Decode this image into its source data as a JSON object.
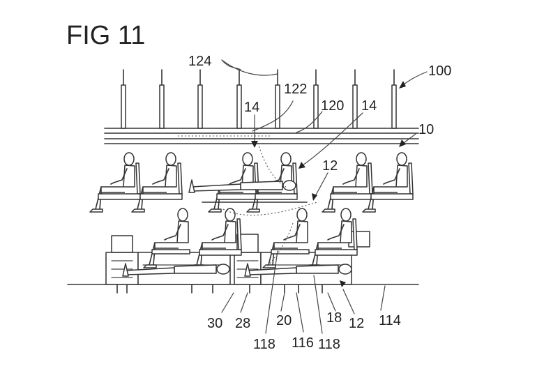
{
  "figure": {
    "title": "FIG 11",
    "labels": {
      "l100": "100",
      "l124": "124",
      "l122": "122",
      "l120": "120",
      "l14a": "14",
      "l14b": "14",
      "l10": "10",
      "l12a": "12",
      "l30": "30",
      "l28": "28",
      "l20": "20",
      "l18": "18",
      "l12b": "12",
      "l114": "114",
      "l118a": "118",
      "l116": "116",
      "l118b": "118"
    }
  }
}
